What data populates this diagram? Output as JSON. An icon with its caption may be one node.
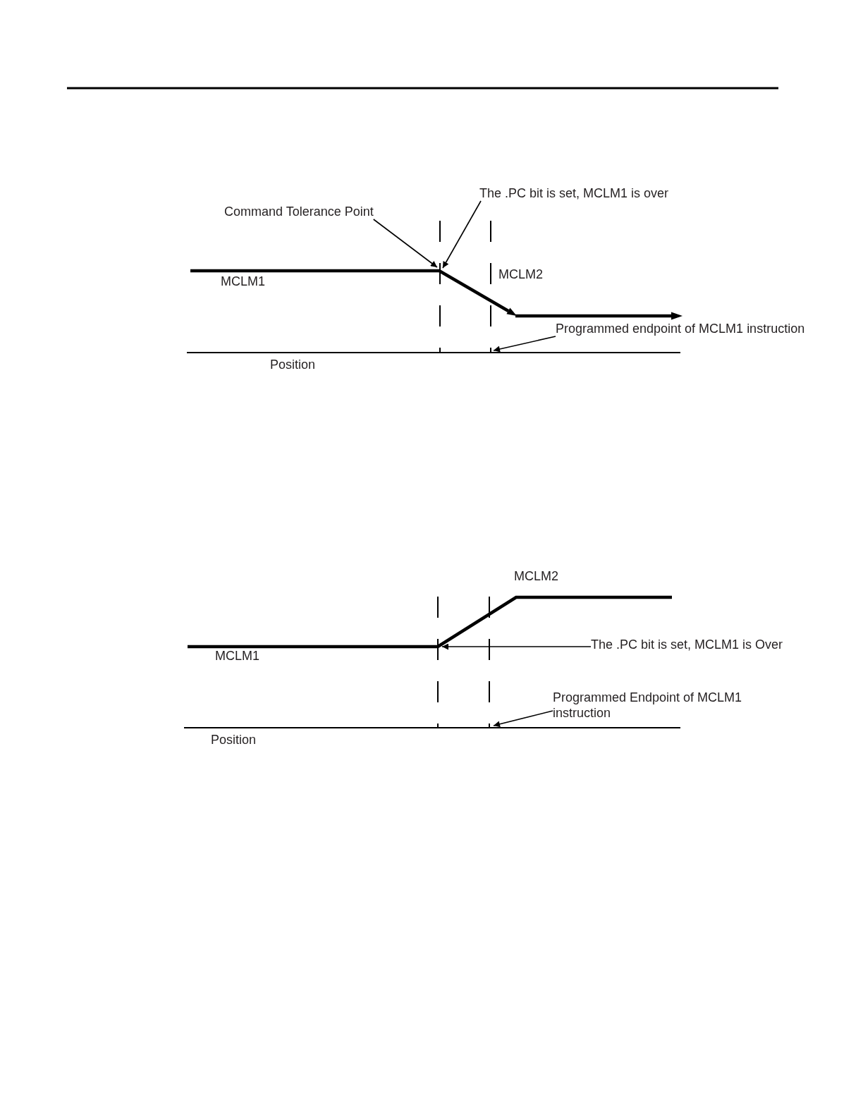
{
  "diagram": {
    "nodes": [
      {
        "text": [
          "The .PC bit is set, MCLM1 is over"
        ]
      },
      {
        "text": [
          "Command Tolerance Point"
        ]
      },
      {
        "text": [],
        "shape": "line"
      },
      {
        "text": [
          "Programmed endpoint of MCLM1 instruction"
        ]
      },
      {
        "text": [],
        "shape": "line",
        "beside": [
          "Position"
        ]
      },
      {
        "text": [],
        "shape": "line",
        "beside": [
          "MCLM2",
          "MCLM1"
        ]
      },
      {
        "text": [
          "The .PC bit is set, MCLM1 is Over"
        ]
      },
      {
        "text": [
          "Programmed Endpoint of MCLM1 instruction"
        ]
      },
      {
        "text": [],
        "shape": "line",
        "beside": [
          "Position"
        ]
      }
    ],
    "edges": [
      {
        "from": 0,
        "to": 2,
        "arrow": "to"
      },
      {
        "from": 1,
        "to": 2,
        "arrow": "to"
      },
      {
        "from": 3,
        "to": 4,
        "arrow": "to"
      },
      {
        "from": 6,
        "to": 5,
        "arrow": "to"
      },
      {
        "from": 7,
        "to": 8,
        "arrow": "to"
      }
    ],
    "labels": [
      "MCLM1",
      "MCLM2"
    ]
  }
}
